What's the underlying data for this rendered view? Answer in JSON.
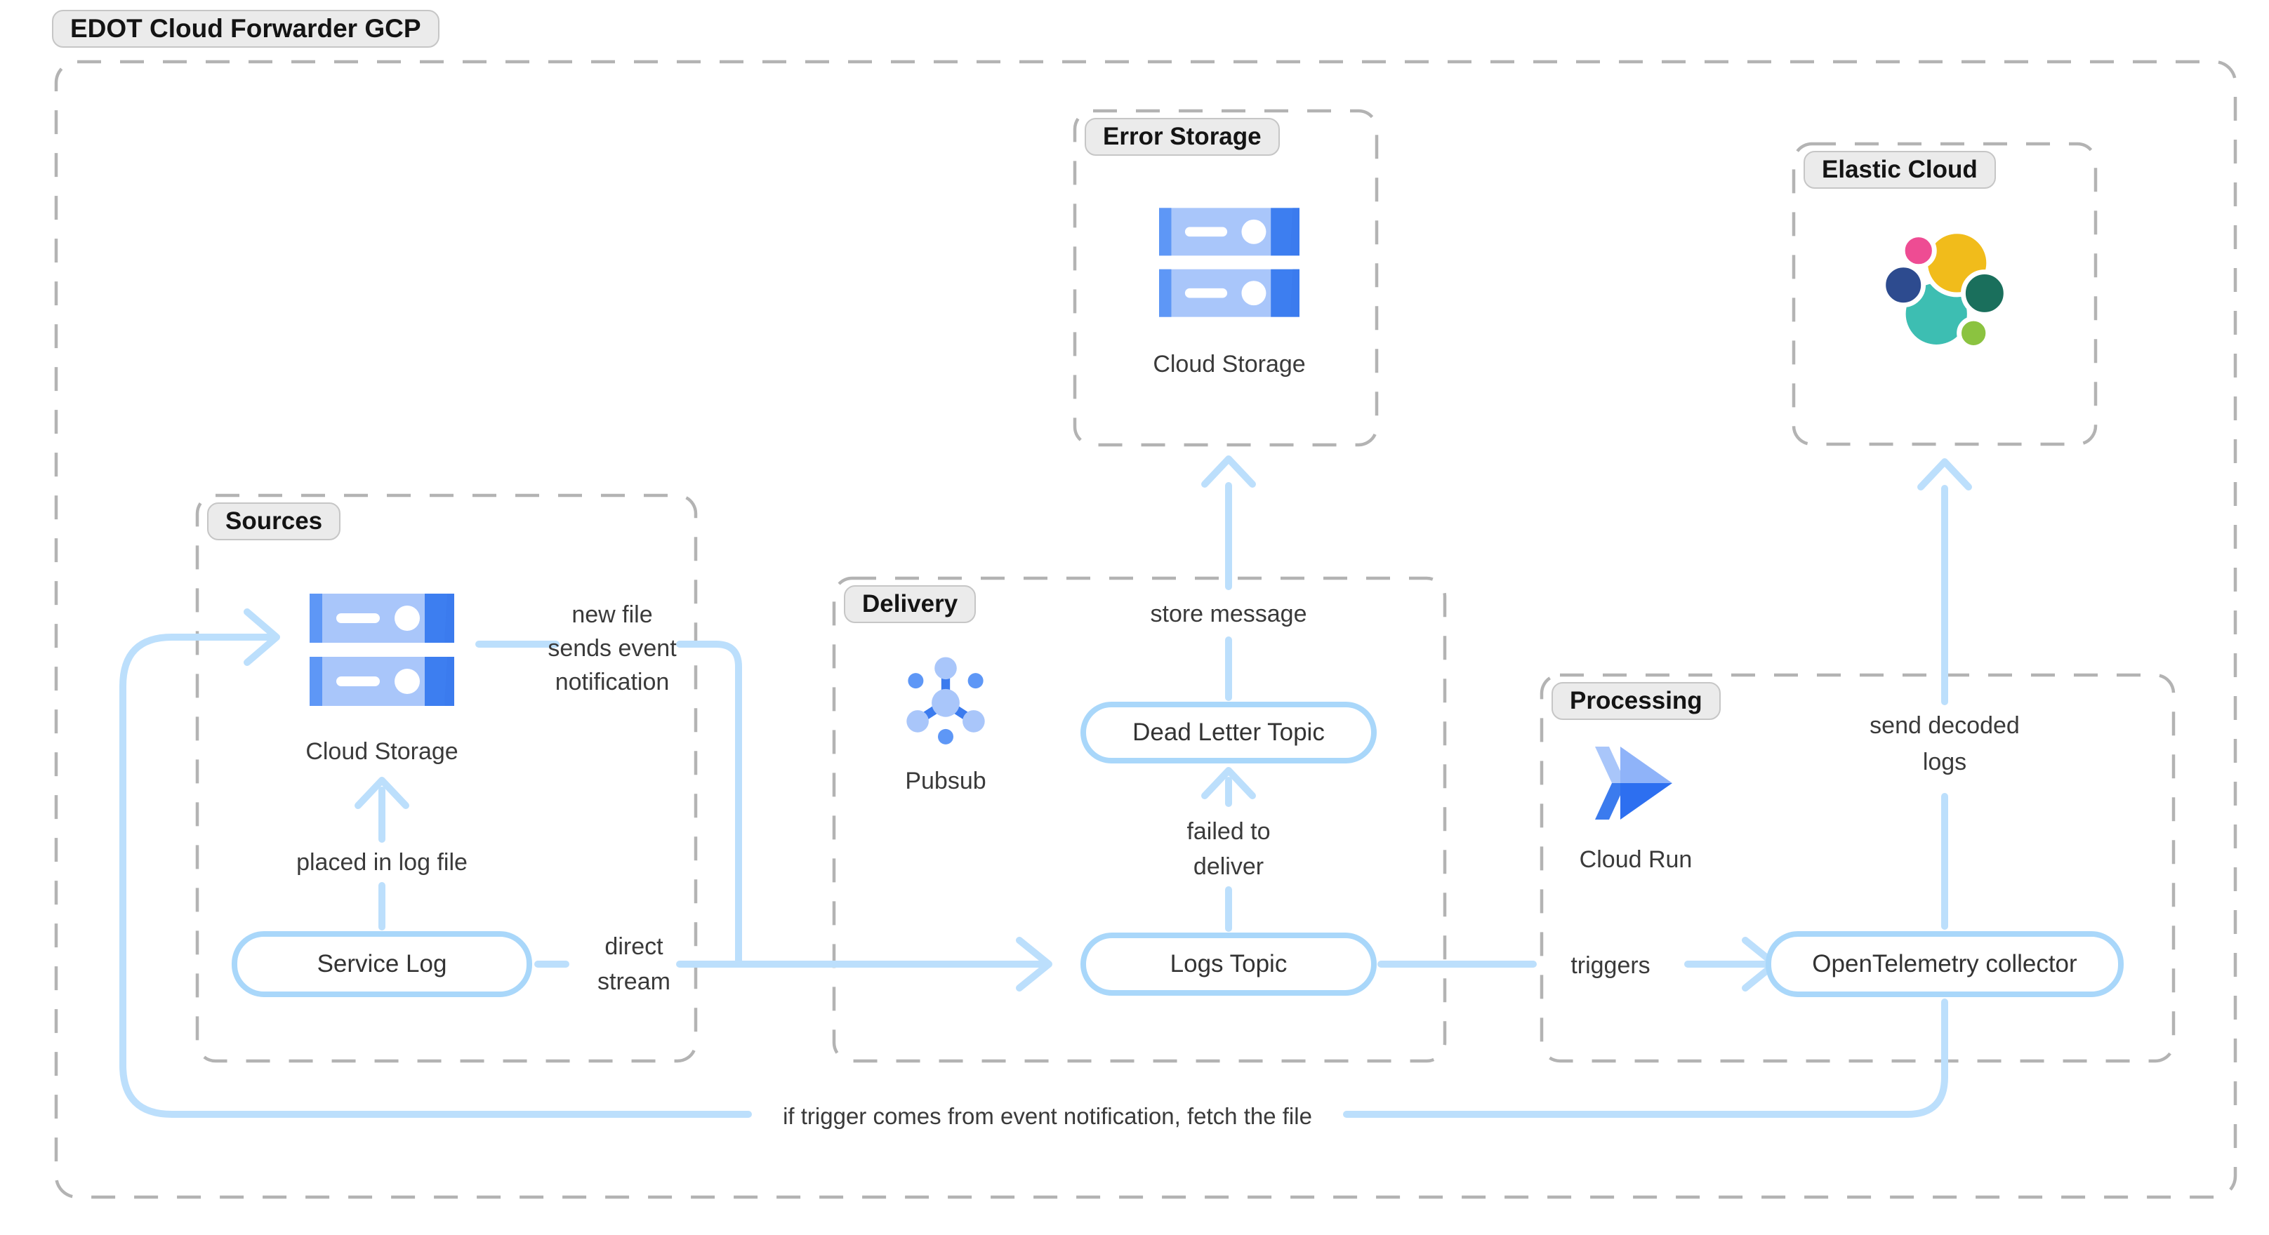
{
  "title": "EDOT Cloud Forwarder GCP",
  "groups": {
    "sources": "Sources",
    "delivery": "Delivery",
    "processing": "Processing",
    "error_storage": "Error Storage",
    "elastic_cloud": "Elastic Cloud"
  },
  "nodes": {
    "service_log": "Service Log",
    "logs_topic": "Logs Topic",
    "dead_letter_topic": "Dead Letter Topic",
    "otel_collector": "OpenTelemetry collector"
  },
  "icon_labels": {
    "cloud_storage_sources": "Cloud Storage",
    "cloud_storage_error": "Cloud Storage",
    "pubsub": "Pubsub",
    "cloud_run": "Cloud Run"
  },
  "edge_labels": {
    "new_file_line1": "new file",
    "new_file_line2": "sends event",
    "new_file_line3": "notification",
    "placed_in_log_file": "placed in log file",
    "direct_line1": "direct",
    "direct_line2": "stream",
    "store_message": "store message",
    "failed_line1": "failed to",
    "failed_line2": "deliver",
    "triggers": "triggers",
    "send_decoded_line1": "send decoded",
    "send_decoded_line2": "logs",
    "loop_note": "if trigger comes from event notification, fetch the file"
  },
  "colors": {
    "arrow_blue": "#BCDFFC",
    "node_border_blue": "#A9D7FA",
    "dashed_gray": "#B3B3B3",
    "pill_bg": "#EBEBEB",
    "pill_border": "#C6C6C6",
    "text_dark": "#2F2F2F",
    "gcp_light": "#A9C6FA",
    "gcp_mid": "#5E97F6",
    "gcp_dark": "#3D7EF0",
    "gcp_vivid": "#3B7BEE",
    "run_top": "#8FB3F9",
    "run_bottom": "#2D6FF0",
    "el_yellow": "#F1BC1B",
    "el_pink": "#EE4C93",
    "el_navy": "#2D4B8F",
    "el_teal": "#3DBEB2",
    "el_green_dark": "#1A6F5C",
    "el_green_light": "#8BC340"
  }
}
